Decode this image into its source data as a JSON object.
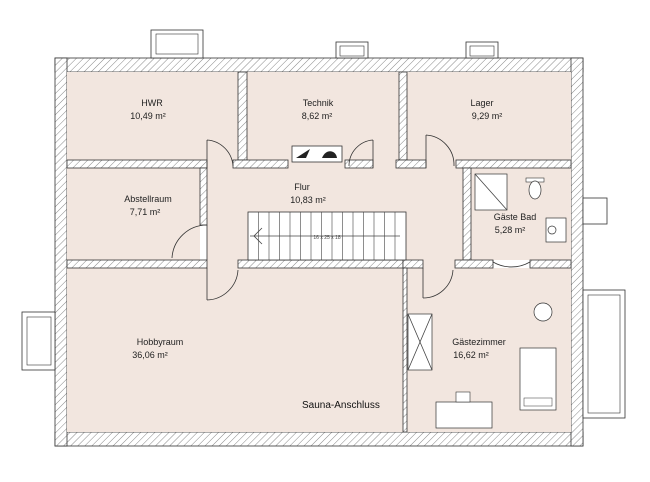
{
  "rooms": [
    {
      "id": "hwr",
      "name": "HWR",
      "area": "10,49 m²"
    },
    {
      "id": "technik",
      "name": "Technik",
      "area": "8,62 m²"
    },
    {
      "id": "lager",
      "name": "Lager",
      "area": "9,29 m²"
    },
    {
      "id": "abstellraum",
      "name": "Abstellraum",
      "area": "7,71 m²"
    },
    {
      "id": "flur",
      "name": "Flur",
      "area": "10,83 m²"
    },
    {
      "id": "gaeste-bad",
      "name": "Gäste Bad",
      "area": "5,28 m²"
    },
    {
      "id": "hobbyraum",
      "name": "Hobbyraum",
      "area": "36,06 m²"
    },
    {
      "id": "gaestezimmer",
      "name": "Gästezimmer",
      "area": "16,62 m²"
    }
  ],
  "annotations": {
    "sauna": "Sauna-Anschluss",
    "stair_dimension": "16 x 25 x 18"
  },
  "colors": {
    "floor": "#f2e6df",
    "wall_outline": "#333333"
  }
}
